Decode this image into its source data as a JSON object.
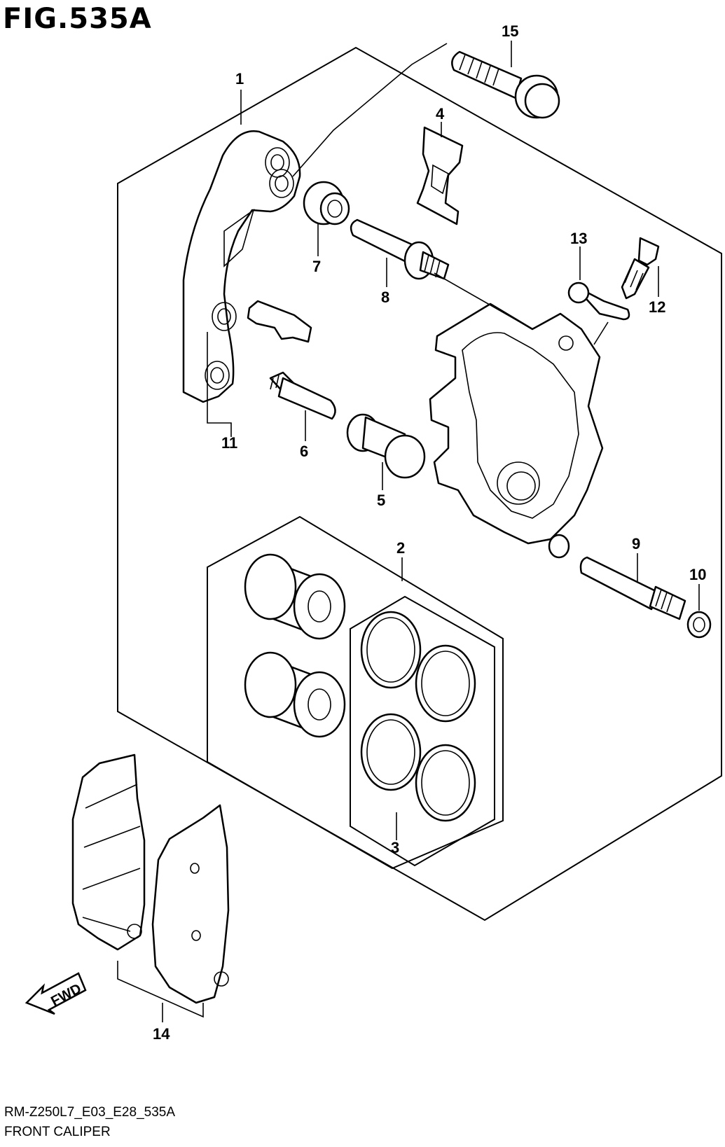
{
  "figure": {
    "title": "FIG.535A",
    "code": "RM-Z250L7_E03_E28_535A",
    "name": "FRONT CALIPER",
    "direction_label": "FWD"
  },
  "callouts": [
    {
      "id": "c1",
      "label": "1"
    },
    {
      "id": "c2",
      "label": "2"
    },
    {
      "id": "c3",
      "label": "3"
    },
    {
      "id": "c4",
      "label": "4"
    },
    {
      "id": "c5",
      "label": "5"
    },
    {
      "id": "c6",
      "label": "6"
    },
    {
      "id": "c7",
      "label": "7"
    },
    {
      "id": "c8",
      "label": "8"
    },
    {
      "id": "c9",
      "label": "9"
    },
    {
      "id": "c10",
      "label": "10"
    },
    {
      "id": "c11",
      "label": "11"
    },
    {
      "id": "c12",
      "label": "12"
    },
    {
      "id": "c13",
      "label": "13"
    },
    {
      "id": "c14",
      "label": "14"
    },
    {
      "id": "c15",
      "label": "15"
    }
  ]
}
